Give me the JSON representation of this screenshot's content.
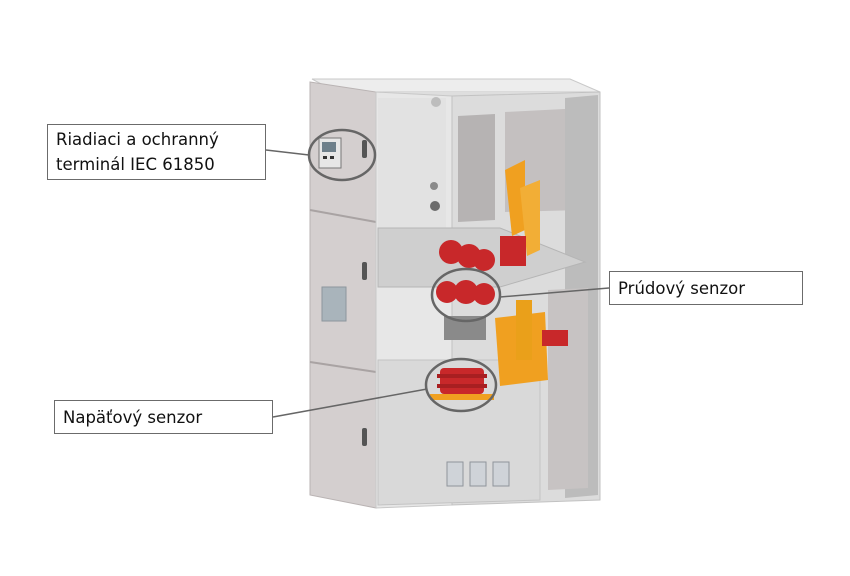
{
  "callouts": {
    "terminal": {
      "line1": "Riadiaci a ochranný",
      "line2": "terminál IEC 61850"
    },
    "current_sensor": {
      "label": "Prúdový senzor"
    },
    "voltage_sensor": {
      "label": "Napäťový senzor"
    }
  },
  "colors": {
    "panel": "#d6d3d3",
    "frame": "#e9e9e9",
    "busbar": "#f0a020",
    "insulator": "#c8282a",
    "callout_border": "#6b6b6b"
  }
}
